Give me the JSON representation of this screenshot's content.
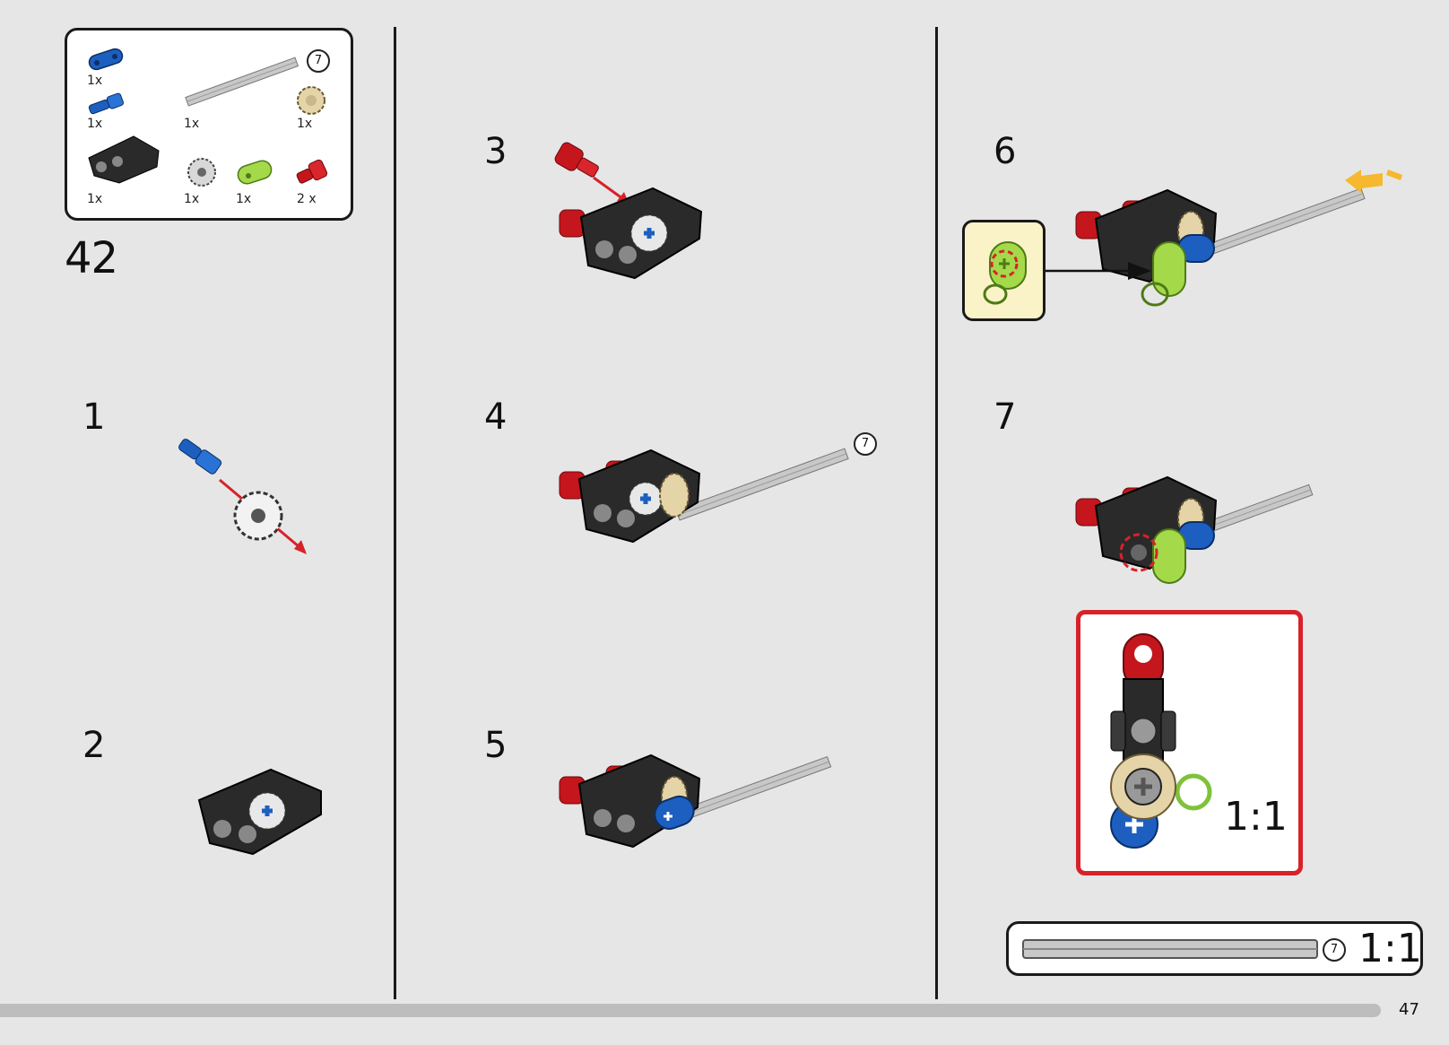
{
  "parts_list": {
    "items": [
      {
        "name": "blue-liftarm-part",
        "qty": "1x"
      },
      {
        "name": "blue-pin-part",
        "qty": "1x"
      },
      {
        "name": "grey-axle-part",
        "qty": "1x",
        "length": "7"
      },
      {
        "name": "tan-gear-part",
        "qty": "1x"
      },
      {
        "name": "black-frame-part",
        "qty": "1x"
      },
      {
        "name": "grey-gear-part",
        "qty": "1x"
      },
      {
        "name": "lime-liftarm-part",
        "qty": "1x"
      },
      {
        "name": "red-pin-part",
        "qty": "2 x"
      }
    ]
  },
  "page_step_number": "42",
  "steps": [
    {
      "number": "1"
    },
    {
      "number": "2"
    },
    {
      "number": "3"
    },
    {
      "number": "4",
      "axle_length": "7"
    },
    {
      "number": "5"
    },
    {
      "number": "6"
    },
    {
      "number": "7"
    }
  ],
  "scale_callout": {
    "scale": "1:1"
  },
  "axle_reference": {
    "length": "7",
    "scale": "1:1"
  },
  "page_footer": {
    "page_number": "47"
  },
  "colors": {
    "background": "#e6e6e6",
    "blue": "#1d5fc0",
    "red": "#c4161c",
    "lime": "#a4d94a",
    "tan": "#e5d4a8",
    "dark": "#2a2a2a",
    "callout_bg": "#fbf3c8",
    "accent_red": "#d7222a",
    "arrow_yellow": "#f5b82e"
  }
}
